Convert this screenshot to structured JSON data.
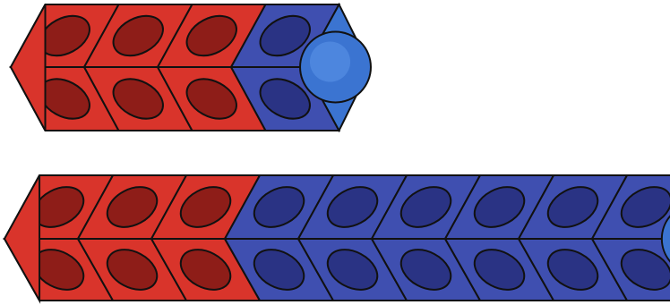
{
  "colors": {
    "red": "#d9342b",
    "red_dark": "#8e1d18",
    "blue": "#3f4fb0",
    "blue_dark": "#2a3384",
    "blue_bright": "#3b74d1",
    "outline": "#111111"
  },
  "trains": [
    {
      "red_cubes": 3,
      "blue_cubes": 1
    },
    {
      "red_cubes": 3,
      "blue_cubes": 6
    }
  ]
}
